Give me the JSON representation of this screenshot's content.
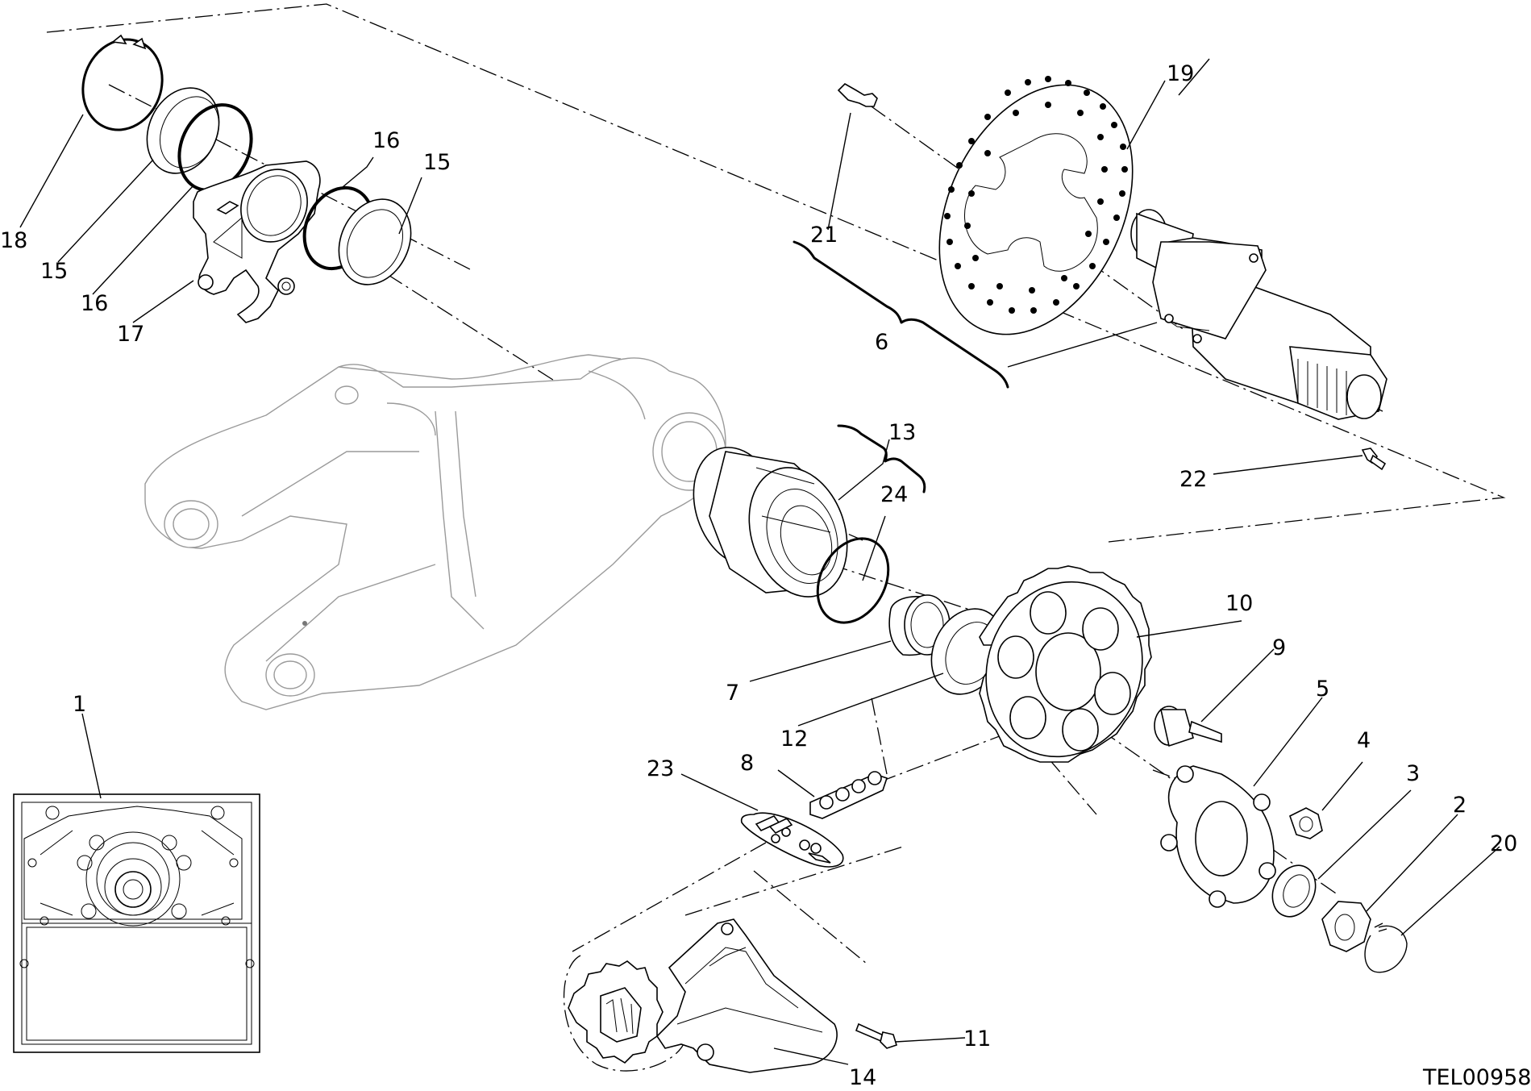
{
  "diagram": {
    "reference_code": "TEL00958",
    "callouts": {
      "c1": "1",
      "c2": "2",
      "c3": "3",
      "c4": "4",
      "c5": "5",
      "c6": "6",
      "c7": "7",
      "c8": "8",
      "c9": "9",
      "c10": "10",
      "c11": "11",
      "c12": "12",
      "c13": "13",
      "c14": "14",
      "c15a": "15",
      "c15b": "15",
      "c16a": "16",
      "c16b": "16",
      "c17": "17",
      "c18": "18",
      "c19": "19",
      "c20": "20",
      "c21": "21",
      "c22": "22",
      "c23": "23",
      "c24": "24"
    }
  }
}
